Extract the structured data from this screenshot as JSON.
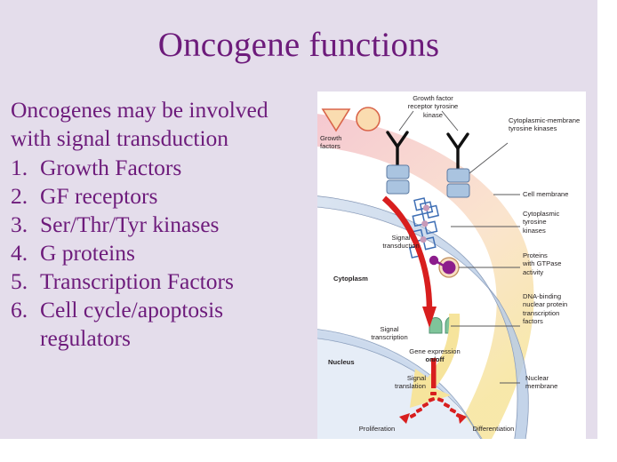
{
  "slide": {
    "title": "Oncogene functions",
    "background_color": "#e4ddeb",
    "text_color": "#6d1b7b"
  },
  "content": {
    "intro": "Oncogenes may be involved with signal transduction",
    "list": [
      {
        "num": "1.",
        "label": "Growth Factors"
      },
      {
        "num": "2.",
        "label": "GF receptors"
      },
      {
        "num": "3.",
        "label": "Ser/Thr/Tyr kinases"
      },
      {
        "num": "4.",
        "label": "G proteins"
      },
      {
        "num": "5.",
        "label": "Transcription Factors"
      },
      {
        "num": "6.",
        "label": "Cell cycle/apoptosis regulators"
      }
    ]
  },
  "diagram": {
    "labels": {
      "growth_factors": "Growth\nfactors",
      "gf_receptor": "Growth factor\nreceptor tyrosine\nkinase",
      "cyto_membrane_kinases": "Cytoplasmic-membrane\ntyrosine kinases",
      "cell_membrane": "Cell membrane",
      "cytoplasmic_tyrosine_kinases": "Cytoplasmic\ntyrosine\nkinases",
      "gtpase_proteins": "Proteins\nwith GTPase\nactivity",
      "dna_binding": "DNA-binding\nnuclear protein\ntranscription\nfactors",
      "nuclear_membrane": "Nuclear\nmembrane",
      "signal_transduction": "Signal\ntransduction",
      "cytoplasm": "Cytoplasm",
      "signal_transcription": "Signal\ntranscription",
      "nucleus": "Nucleus",
      "gene_expression": "Gene expression",
      "gene_expression_state": "on/off",
      "signal_translation": "Signal\ntranslation",
      "proliferation": "Proliferation",
      "differentiation": "Differentiation"
    },
    "colors": {
      "pink_band": "#f4c3ce",
      "cream_band": "#fae3cb",
      "yellow_band": "#f7e7a6",
      "membrane_blue": "#c3d3e8",
      "receptor_block": "#aac4e0",
      "kinase_blue": "#3f6fb5",
      "gtpase_purple": "#8c1d8c",
      "tf_green": "#7fc49a",
      "arrow_red": "#d81e1e",
      "nucleus_fill": "#e6edf7"
    }
  }
}
